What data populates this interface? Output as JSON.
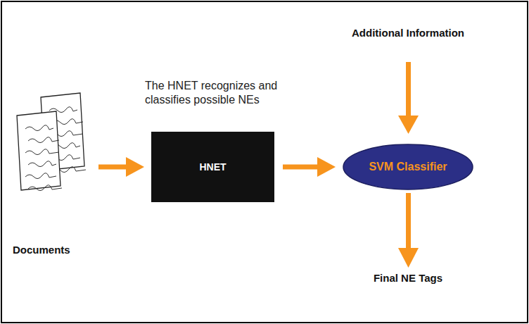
{
  "diagram": {
    "nodes": [
      {
        "text": [
          "Documents"
        ]
      },
      {
        "text": [
          "HNET"
        ]
      },
      {
        "text": [
          "SVM Classifier"
        ]
      }
    ],
    "edges": [
      {
        "from": 0,
        "to": 1,
        "arrow": "to"
      },
      {
        "from": 1,
        "to": 2,
        "arrow": "to"
      }
    ],
    "labels": [
      "The HNET recognizes and classifies possible NEs",
      "Additional Information",
      "Final NE Tags"
    ]
  }
}
